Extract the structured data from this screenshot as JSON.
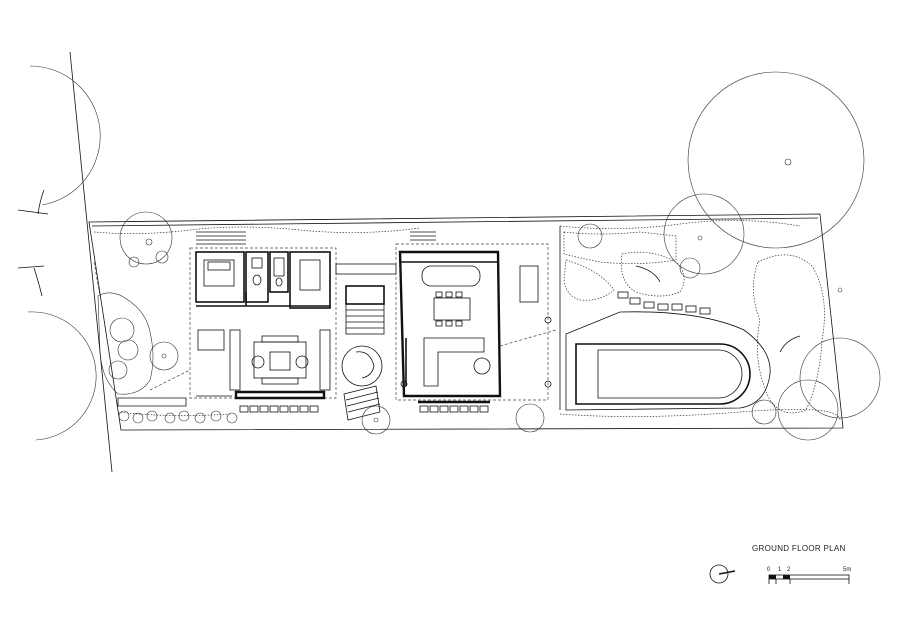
{
  "drawing": {
    "title": "GROUND FLOOR PLAN",
    "scale_labels": [
      "0",
      "1",
      "2",
      "5m"
    ]
  },
  "colors": {
    "line": "#111111",
    "background": "#ffffff"
  },
  "icons": {
    "north_arrow": "north-arrow-icon"
  }
}
